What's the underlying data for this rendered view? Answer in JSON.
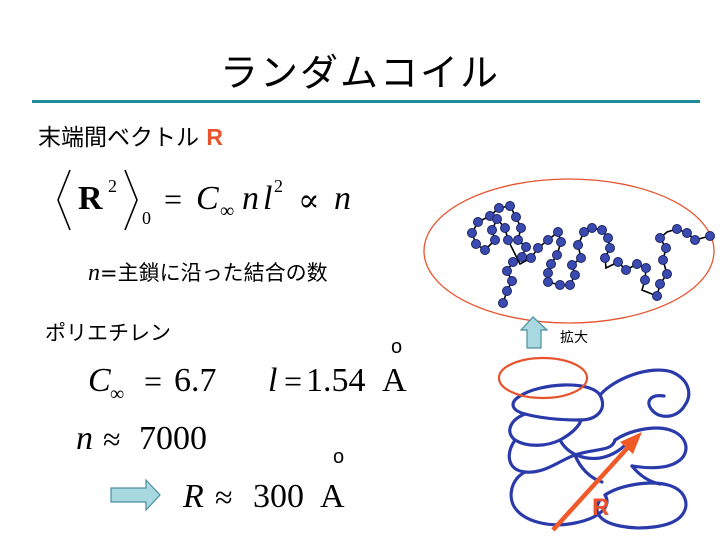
{
  "slide": {
    "title": "ランダムコイル",
    "subheading": "末端間ベクトル",
    "subheading_symbol": "R",
    "equation": {
      "bracket_bold": "R",
      "exp2": "2",
      "sub0": "0",
      "rhs_C": "C",
      "rhs_inf": "∞",
      "rhs_n": "n",
      "rhs_l": "l",
      "rhs_exp": "2",
      "prop": "∝",
      "rhs_last": "n",
      "eq": "="
    },
    "note_var": "n",
    "note_text": "=主鎖に沿った結合の数",
    "section": "ポリエチレン",
    "c_inf": {
      "C": "C",
      "inf": "∞",
      "eq": "=",
      "value": "6.7"
    },
    "bond_length": {
      "l": "l",
      "eq": "=",
      "value": "1.54",
      "unit": "A",
      "ring": "o"
    },
    "n_approx": {
      "n": "n",
      "approx": "≈",
      "value": "7000"
    },
    "r_approx": {
      "R": "R",
      "approx": "≈",
      "value": "300",
      "unit": "A",
      "ring": "o"
    },
    "zoom_label": "拡大",
    "r_label": "R",
    "colors": {
      "rule": "#1f8a99",
      "accent": "#e8532e",
      "coil": "#2a3aaa",
      "bead": "#3a4ab0",
      "arrow": "#a8d8e0"
    }
  }
}
